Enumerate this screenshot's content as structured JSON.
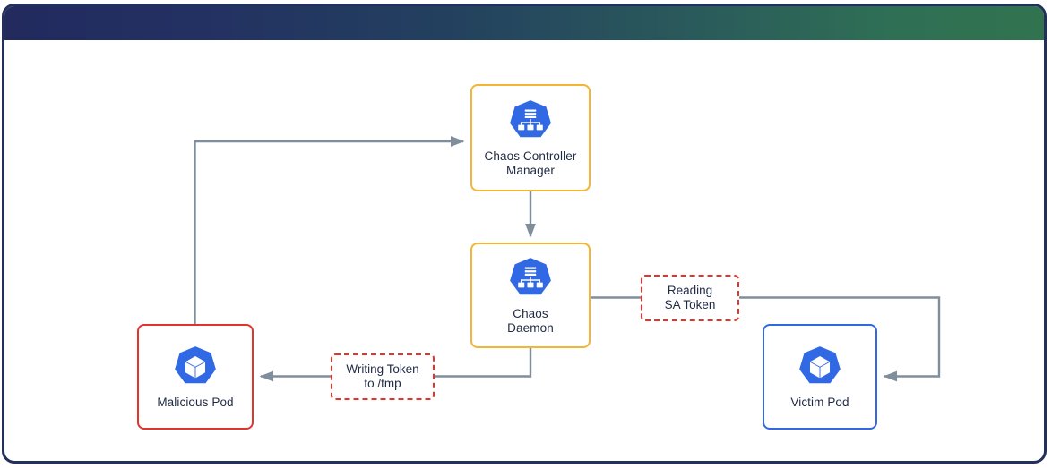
{
  "window": {
    "title_bar": {
      "gradient_from": "#222a5e",
      "gradient_to": "#31724f"
    },
    "border_color": "#23305c",
    "background": "#ffffff"
  },
  "diagram": {
    "type": "flow-diagram",
    "edge_color": "#808e9b",
    "nodes": [
      {
        "id": "chaos-controller-manager",
        "label": "Chaos Controller\nManager",
        "icon": "kubernetes-deployment-icon",
        "border_color": "#f5b431",
        "icon_color": "#3069e3"
      },
      {
        "id": "chaos-daemon",
        "label": "Chaos\nDaemon",
        "icon": "kubernetes-deployment-icon",
        "border_color": "#f5b431",
        "icon_color": "#3069e3"
      },
      {
        "id": "malicious-pod",
        "label": "Malicious Pod",
        "icon": "kubernetes-pod-icon",
        "border_color": "#e2342b",
        "icon_color": "#3069e3"
      },
      {
        "id": "victim-pod",
        "label": "Victim Pod",
        "icon": "kubernetes-pod-icon",
        "border_color": "#3069e3",
        "icon_color": "#3069e3"
      }
    ],
    "edge_labels": [
      {
        "id": "reading-sa-token",
        "text": "Reading\nSA Token",
        "border_color": "#e2342b",
        "border_style": "dashed"
      },
      {
        "id": "writing-token-to-tmp",
        "text": "Writing Token\nto /tmp",
        "border_color": "#e2342b",
        "border_style": "dashed"
      }
    ],
    "edges": [
      {
        "id": "malicious-pod-to-ccm",
        "from": "malicious-pod",
        "to": "chaos-controller-manager",
        "arrow": "end"
      },
      {
        "id": "ccm-to-daemon",
        "from": "chaos-controller-manager",
        "to": "chaos-daemon",
        "arrow": "end"
      },
      {
        "id": "daemon-to-reading-label",
        "from": "chaos-daemon",
        "to": "reading-sa-token",
        "arrow": "none"
      },
      {
        "id": "reading-label-to-victim",
        "from": "reading-sa-token",
        "to": "victim-pod",
        "arrow": "end"
      },
      {
        "id": "daemon-to-writing-label",
        "from": "chaos-daemon",
        "to": "writing-token-to-tmp",
        "arrow": "none"
      },
      {
        "id": "writing-label-to-malpod",
        "from": "writing-token-to-tmp",
        "to": "malicious-pod",
        "arrow": "end"
      }
    ]
  }
}
